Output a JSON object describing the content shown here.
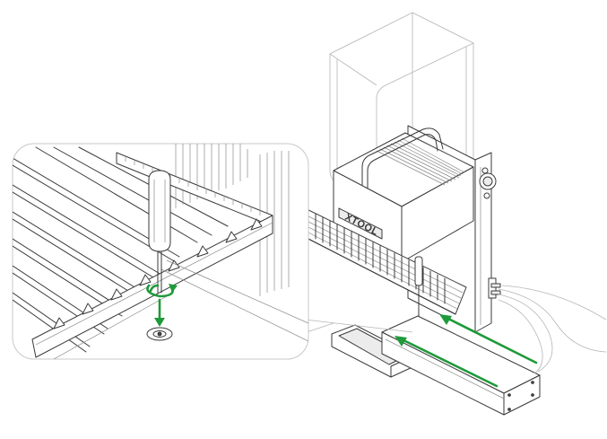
{
  "device": {
    "brand_label": "XTOOL",
    "icon": "laser-engraver-illustration"
  },
  "callout": {
    "icon": "magnifier-callout"
  },
  "instruction": {
    "tool": "screwdriver-icon",
    "action_icon": "rotate-arrow-icon",
    "direction": "insert-slide-arrow-icon"
  },
  "colors": {
    "line": "#3a3a3a",
    "accent": "#1f9a3a",
    "background": "#ffffff"
  }
}
